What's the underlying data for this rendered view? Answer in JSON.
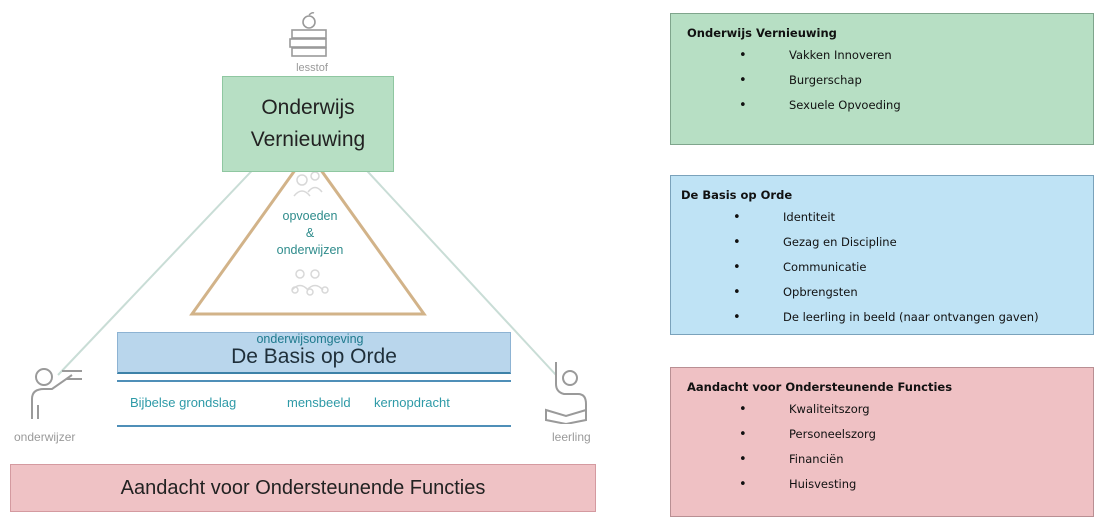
{
  "diagram": {
    "top_label": "lesstof",
    "top_box_title": "Onderwijs Vernieuwing",
    "inner_text": "opvoeden\n&\nonderwijzen",
    "environment_label": "onderwijsomgeving",
    "base_title": "De Basis op Orde",
    "foundations": [
      "Bijbelse grondslag",
      "mensbeeld",
      "kernopdracht"
    ],
    "left_person_label": "onderwijzer",
    "right_person_label": "leerling",
    "bottom_box_title": "Aandacht voor Ondersteunende Functies",
    "icons": [
      "books-apple-icon",
      "teacher-icon",
      "student-raised-hand-icon",
      "people-group-icon"
    ],
    "colors": {
      "green": "#b7dfc4",
      "blue": "#b9d6ec",
      "red": "#efc2c5",
      "triangle_outer": "#c9ddd6",
      "triangle_inner": "#d2b389",
      "teal_text": "#2e9aa7"
    }
  },
  "info_boxes": [
    {
      "heading": "Onderwijs Vernieuwing",
      "items": [
        "Vakken Innoveren",
        "Burgerschap",
        "Sexuele Opvoeding"
      ],
      "color": "#b7dfc4"
    },
    {
      "heading": "De Basis op Orde",
      "items": [
        "Identiteit",
        "Gezag en Discipline",
        "Communicatie",
        "Opbrengsten",
        "De leerling in beeld (naar ontvangen gaven)"
      ],
      "color": "#bfe3f5"
    },
    {
      "heading": "Aandacht voor Ondersteunende Functies",
      "items": [
        "Kwaliteitszorg",
        "Personeelszorg",
        "Financiën",
        "Huisvesting"
      ],
      "color": "#efc1c4"
    }
  ]
}
